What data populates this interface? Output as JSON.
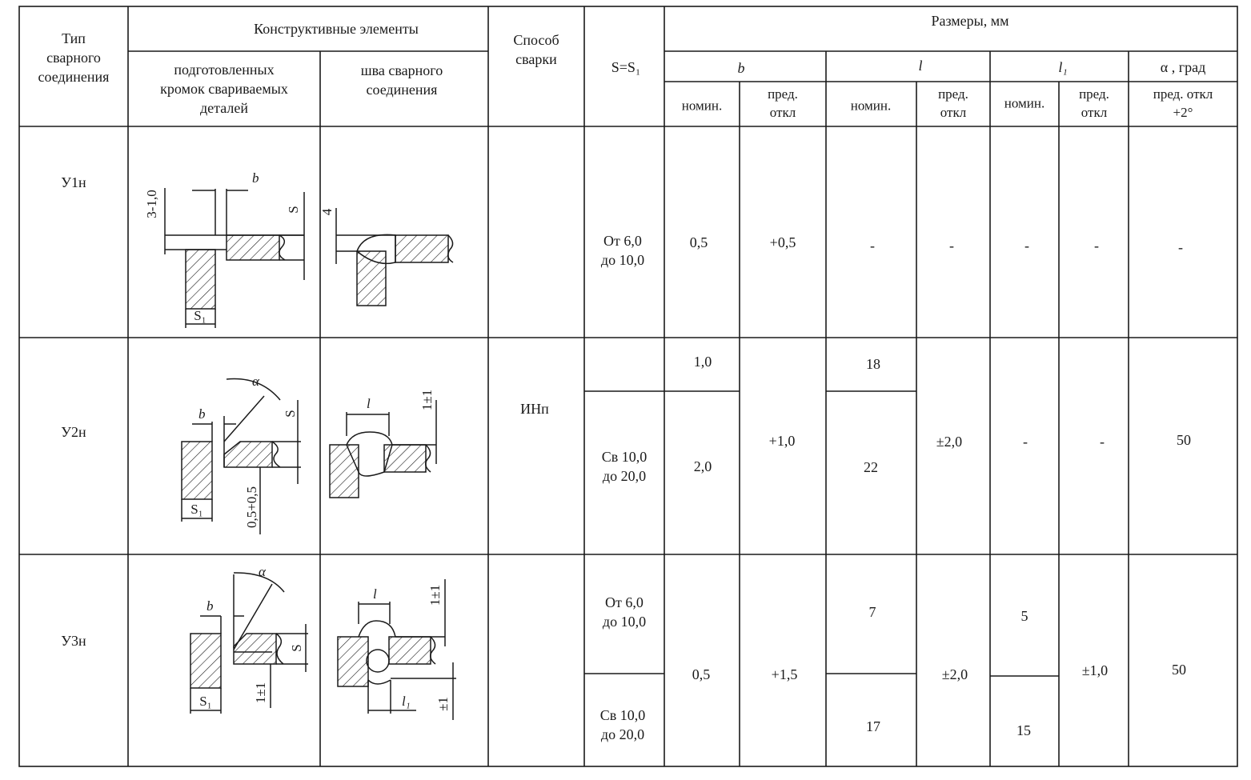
{
  "header": {
    "type_label": "Тип\nсварного\nсоединения",
    "constructive": "Конструктивные элементы",
    "prepared_edges": "подготовленных\nкромок свариваемых\nдеталей",
    "weld_seam": "шва сварного\nсоединения",
    "method": "Способ\nсварки",
    "thickness": "S=S₁",
    "dimensions": "Размеры, мм",
    "param_b": "b",
    "param_l": "l",
    "param_l1": "l₁",
    "param_alpha": "α , град",
    "nom": "номин.",
    "dev": "пред.\nоткл",
    "alpha_dev": "пред. откл\n+2°"
  },
  "rows": [
    {
      "type": "У1н",
      "s": "От 6,0\nдо 10,0",
      "b_nom": "0,5",
      "b_dev": "+0,5",
      "l_nom": "-",
      "l_dev": "-",
      "l1_nom": "-",
      "l1_dev": "-",
      "alpha": "-"
    },
    {
      "type": "У2н",
      "b_nom_1": "1,0",
      "l_nom_1": "18",
      "s": "Св 10,0\nдо 20,0",
      "b_nom_2": "2,0",
      "b_dev": "+1,0",
      "l_nom_2": "22",
      "l_dev": "±2,0",
      "l1_nom": "-",
      "l1_dev": "-",
      "alpha": "50"
    },
    {
      "type": "У3н",
      "s_1": "От 6,0\nдо 10,0",
      "l_nom_1": "7",
      "l1_nom_1": "5",
      "s_2": "Св 10,0\nдо 20,0",
      "l_nom_2": "17",
      "l1_nom_2": "15",
      "b_nom": "0,5",
      "b_dev": "+1,5",
      "l_dev": "±2,0",
      "l1_dev": "±1,0",
      "alpha": "50"
    }
  ],
  "method_value": "ИНп",
  "sketch_labels": {
    "dim_3_1": "3-1,0",
    "b": "b",
    "s": "S",
    "s1": "S₁",
    "four": "4",
    "alpha": "α",
    "l": "l",
    "l1": "l₁",
    "pm1": "1±1",
    "gap_05": "0,5+0,5",
    "pm1b": "±1"
  }
}
